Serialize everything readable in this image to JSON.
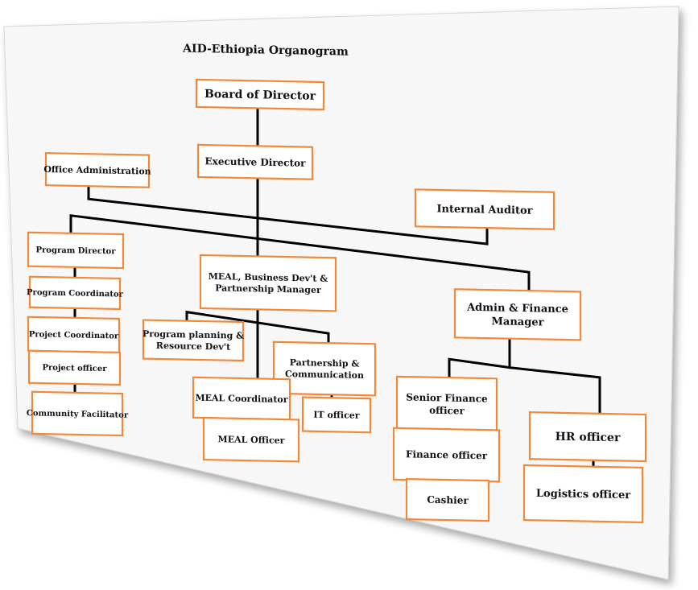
{
  "diagram": {
    "title": "AID-Ethiopia Organogram",
    "nodes": {
      "board": [
        "Board of Director"
      ],
      "exec": [
        "Executive Director"
      ],
      "office_admin": [
        "Office Administration"
      ],
      "internal_auditor": [
        "Internal Auditor"
      ],
      "program_director": [
        "Program Director"
      ],
      "program_coordinator": [
        "Program Coordinator"
      ],
      "project_coordinator": [
        "Project Coordinator"
      ],
      "project_officer": [
        "Project officer"
      ],
      "community_facilitator": [
        "Community Facilitator"
      ],
      "meal_bd_pm": [
        "MEAL, Business Dev't &",
        "Partnership Manager"
      ],
      "program_planning": [
        "Program planning &",
        "Resource Dev't"
      ],
      "partnership_comm": [
        "Partnership &",
        "Communication"
      ],
      "meal_coordinator": [
        "MEAL Coordinator"
      ],
      "it_officer": [
        "IT officer"
      ],
      "meal_officer": [
        "MEAL Officer"
      ],
      "admin_finance": [
        "Admin & Finance",
        "Manager"
      ],
      "senior_finance": [
        "Senior Finance",
        "officer"
      ],
      "finance_officer": [
        "Finance officer"
      ],
      "cashier": [
        "Cashier"
      ],
      "hr_officer": [
        "HR officer"
      ],
      "logistics_officer": [
        "Logistics officer"
      ]
    }
  }
}
